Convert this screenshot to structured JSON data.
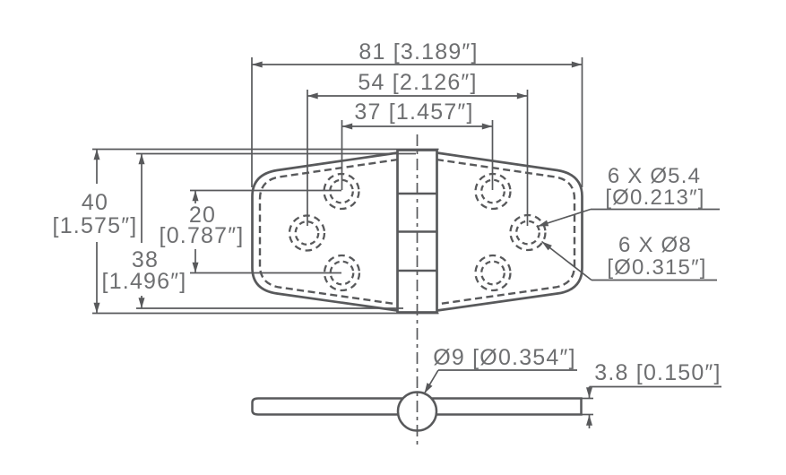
{
  "drawing": {
    "background": "#ffffff",
    "line_color": "#58595b",
    "text_color": "#6e6f71",
    "top_dims": {
      "overall": "81 [3.189″]",
      "outer_holes": "54 [2.126″]",
      "inner_holes": "37 [1.457″]"
    },
    "left_dims": {
      "height_mm": "40",
      "height_in": "[1.575″]",
      "leaf_mm": "38",
      "leaf_in": "[1.496″]",
      "spacing_mm": "20",
      "spacing_in": "[0.787″]"
    },
    "callouts": {
      "small_holes_qty": "6 X Ø5.4",
      "small_holes_in": "[Ø0.213″]",
      "large_holes_qty": "6 X Ø8",
      "large_holes_in": "[Ø0.315″]"
    },
    "side_dims": {
      "pin_diameter": "Ø9 [Ø0.354″]",
      "thickness": "3.8 [0.150″]"
    }
  }
}
